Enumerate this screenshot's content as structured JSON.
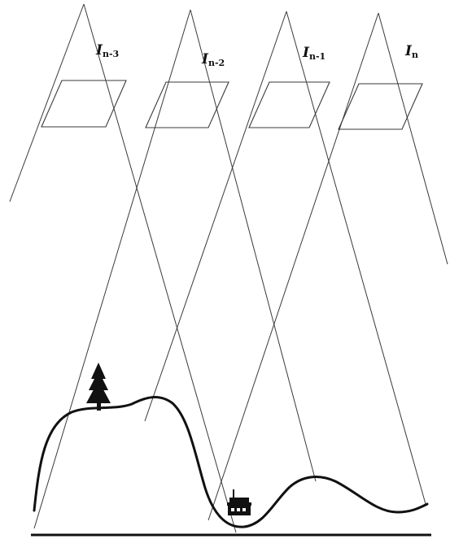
{
  "image_labels": [
    {
      "base": "I",
      "sub": "n-3"
    },
    {
      "base": "I",
      "sub": "n-2"
    },
    {
      "base": "I",
      "sub": "n-1"
    },
    {
      "base": "I",
      "sub": "n"
    }
  ],
  "icons": {
    "tree": "tree-icon",
    "house": "house-icon"
  },
  "colors": {
    "line": "#3a3a3a",
    "terrain": "#111111",
    "background": "#ffffff"
  }
}
